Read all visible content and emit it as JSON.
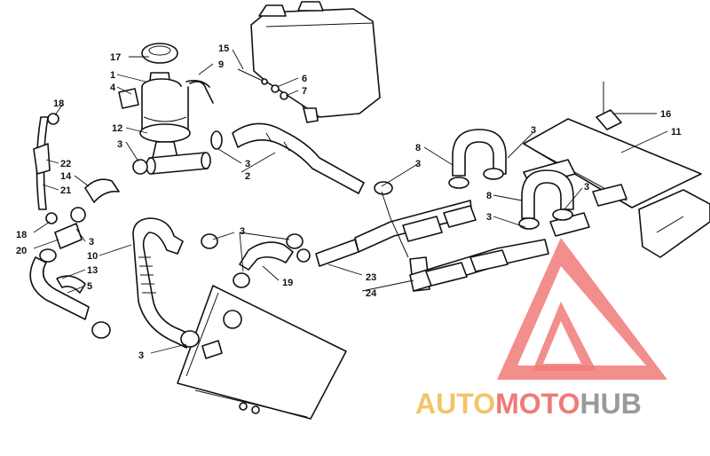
{
  "watermark": {
    "brand_part1": "AUTO",
    "brand_part2": "MOTO",
    "brand_part3": "HUB",
    "logo_color": "#f07a78",
    "color_auto": "#f2c56a",
    "color_moto": "#f07a78",
    "color_hub": "#9a9a9a"
  },
  "callouts": {
    "c1": "1",
    "c2": "2",
    "c3": "3",
    "c4": "4",
    "c5": "5",
    "c6": "6",
    "c7": "7",
    "c8": "8",
    "c9": "9",
    "c10": "10",
    "c11": "11",
    "c12": "12",
    "c13": "13",
    "c14": "14",
    "c15": "15",
    "c16": "16",
    "c17": "17",
    "c18": "18",
    "c19": "19",
    "c20": "20",
    "c21": "21",
    "c22": "22",
    "c23": "23",
    "c24": "24"
  }
}
